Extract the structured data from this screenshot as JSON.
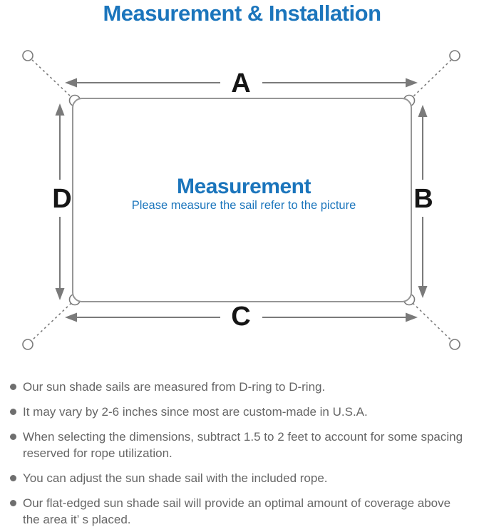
{
  "title": "Measurement & Installation",
  "colors": {
    "accent_blue": "#1b75bc",
    "arrow_gray": "#7a7a7a",
    "outline_gray": "#969696",
    "label_black": "#151515",
    "note_gray": "#666666"
  },
  "diagram": {
    "labels": {
      "a": "A",
      "b": "B",
      "c": "C",
      "d": "D"
    },
    "center_heading": "Measurement",
    "center_subtitle": "Please measure the sail refer to the picture"
  },
  "notes": [
    {
      "lines": [
        "Our sun shade sails are measured from D-ring to D-ring."
      ]
    },
    {
      "lines": [
        "It may vary by 2-6 inches since most are custom-made in U.S.A."
      ]
    },
    {
      "lines": [
        "When selecting the dimensions, subtract 1.5 to 2 feet to account for some spacing",
        "reserved for rope utilization."
      ]
    },
    {
      "lines": [
        "You can adjust the sun shade sail with the included rope."
      ]
    },
    {
      "lines": [
        "Our flat-edged sun shade sail will provide an optimal amount of coverage above",
        "the area it’ s placed."
      ]
    }
  ]
}
